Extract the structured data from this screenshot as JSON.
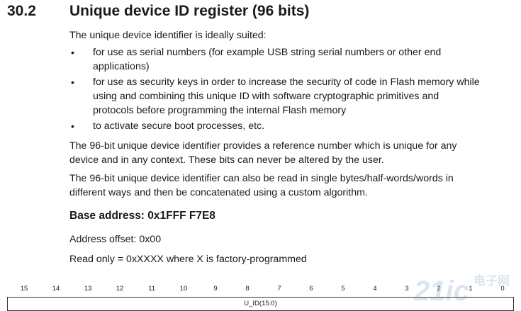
{
  "section": {
    "number": "30.2",
    "title": "Unique device ID register (96 bits)"
  },
  "intro": "The unique device identifier is ideally suited:",
  "bullets": [
    {
      "marker": "•",
      "lines": [
        "for use as serial numbers (for example USB string serial numbers or other end",
        "applications)"
      ]
    },
    {
      "marker": "•",
      "lines": [
        "for use as security keys in order to increase the security of code in Flash memory while",
        "using and combining this unique ID with software cryptographic primitives and",
        "protocols before programming the internal Flash memory"
      ]
    },
    {
      "marker": "•",
      "lines": [
        "to activate secure boot processes, etc."
      ]
    }
  ],
  "paragraphs": [
    {
      "lines": [
        "The 96-bit unique device identifier provides a reference number which is unique for any",
        "device and in any context. These bits can never be altered by the user."
      ]
    },
    {
      "lines": [
        "The 96-bit unique device identifier can also be read in single bytes/half-words/words in",
        "different ways and then be concatenated using a custom algorithm."
      ]
    }
  ],
  "base_address": "Base address: 0x1FFF F7E8",
  "address_offset": "Address offset: 0x00",
  "read_only": "Read only = 0xXXXX where X is factory-programmed",
  "register": {
    "bits": [
      "15",
      "14",
      "13",
      "12",
      "11",
      "10",
      "9",
      "8",
      "7",
      "6",
      "5",
      "4",
      "3",
      "2",
      "1",
      "0"
    ],
    "field": "U_ID(15:0)"
  },
  "watermark": {
    "text": "21ic",
    "subtext": "电子网",
    "color": "#7aa6c8"
  }
}
